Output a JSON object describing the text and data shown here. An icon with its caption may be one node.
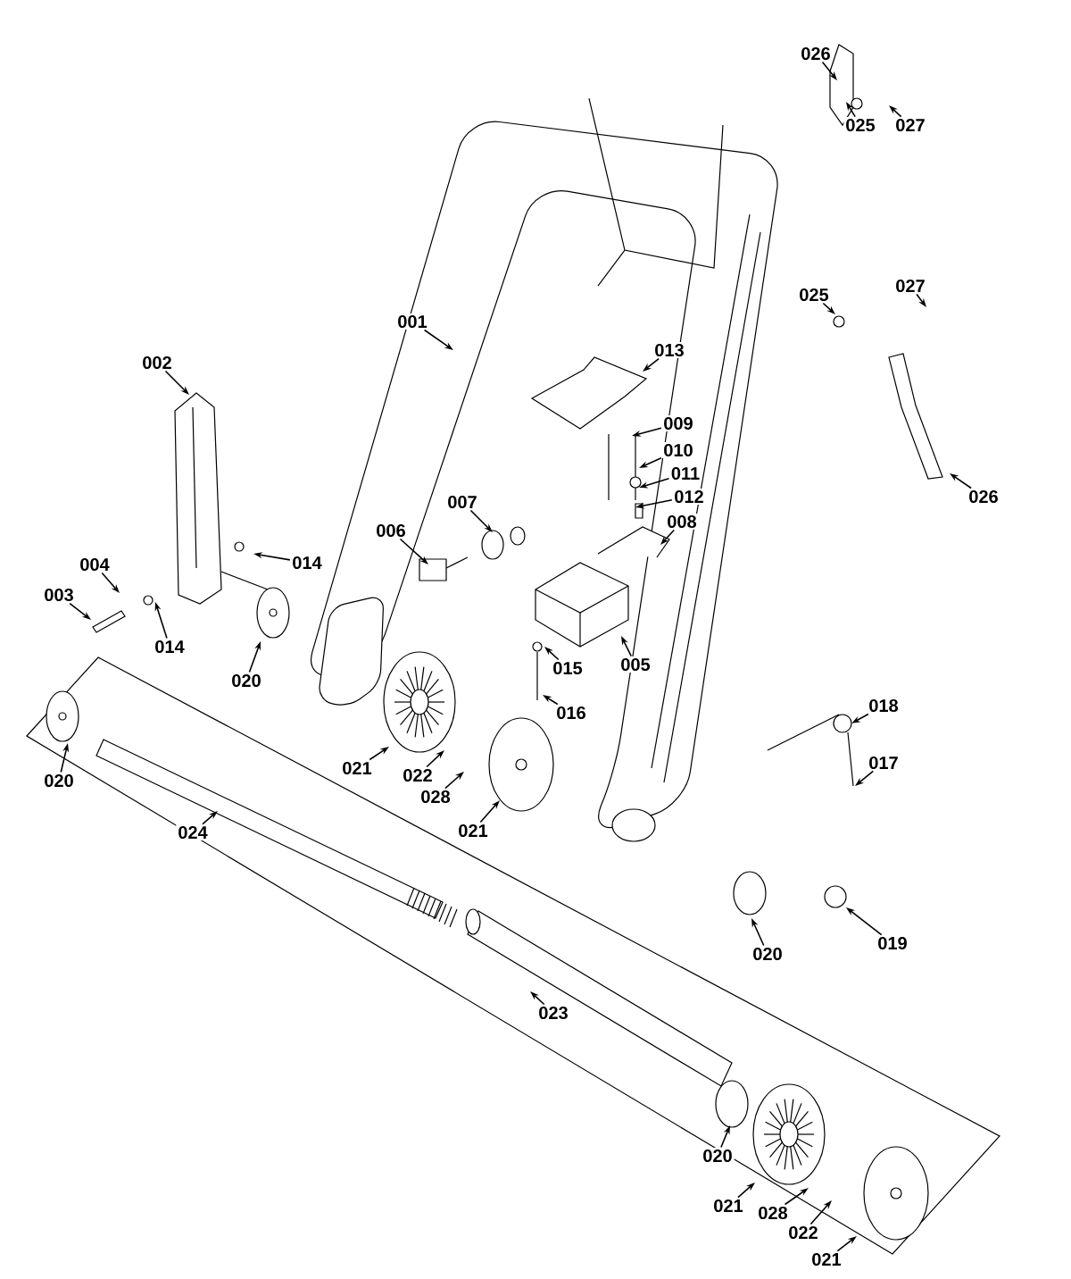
{
  "diagram": {
    "nodes": [
      {
        "text": [
          "026"
        ]
      },
      {
        "text": [
          "025"
        ]
      },
      {
        "text": [
          "027"
        ]
      },
      {
        "text": [
          "027"
        ]
      },
      {
        "text": [
          "025"
        ]
      },
      {
        "text": [
          "001"
        ]
      },
      {
        "text": [
          "013"
        ]
      },
      {
        "text": [
          "002"
        ]
      },
      {
        "text": [
          "009"
        ]
      },
      {
        "text": [
          "010"
        ]
      },
      {
        "text": [
          "011"
        ]
      },
      {
        "text": [
          "012"
        ]
      },
      {
        "text": [
          "026"
        ]
      },
      {
        "text": [
          "007"
        ]
      },
      {
        "text": [
          "008"
        ]
      },
      {
        "text": [
          "006"
        ]
      },
      {
        "text": [
          "004"
        ]
      },
      {
        "text": [
          "014"
        ]
      },
      {
        "text": [
          "003"
        ]
      },
      {
        "text": [
          "014"
        ]
      },
      {
        "text": [
          "005"
        ]
      },
      {
        "text": [
          "015"
        ]
      },
      {
        "text": [
          "020"
        ]
      },
      {
        "text": [
          "016"
        ]
      },
      {
        "text": [
          "018"
        ]
      },
      {
        "text": [
          "017"
        ]
      },
      {
        "text": [
          "021"
        ]
      },
      {
        "text": [
          "020"
        ]
      },
      {
        "text": [
          "022"
        ]
      },
      {
        "text": [
          "028"
        ]
      },
      {
        "text": [
          "021"
        ]
      },
      {
        "text": [
          "024"
        ]
      },
      {
        "text": [
          "020"
        ]
      },
      {
        "text": [
          "019"
        ]
      },
      {
        "text": [
          "023"
        ]
      },
      {
        "text": [
          "020"
        ]
      },
      {
        "text": [
          "021"
        ]
      },
      {
        "text": [
          "028"
        ]
      },
      {
        "text": [
          "022"
        ]
      },
      {
        "text": [
          "021"
        ]
      }
    ],
    "edges": [
      {
        "from": 0,
        "to": null,
        "arrow": "to"
      },
      {
        "from": 1,
        "to": null,
        "arrow": "to"
      },
      {
        "from": 2,
        "to": null,
        "arrow": "to"
      },
      {
        "from": 3,
        "to": null,
        "arrow": "to"
      },
      {
        "from": 4,
        "to": null,
        "arrow": "to"
      },
      {
        "from": 5,
        "to": null,
        "arrow": "to"
      },
      {
        "from": 6,
        "to": null,
        "arrow": "to"
      },
      {
        "from": 7,
        "to": null,
        "arrow": "to"
      },
      {
        "from": 8,
        "to": null,
        "arrow": "to"
      },
      {
        "from": 9,
        "to": null,
        "arrow": "to"
      },
      {
        "from": 10,
        "to": null,
        "arrow": "to"
      },
      {
        "from": 11,
        "to": null,
        "arrow": "to"
      },
      {
        "from": 12,
        "to": null,
        "arrow": "to"
      },
      {
        "from": 13,
        "to": null,
        "arrow": "to"
      },
      {
        "from": 14,
        "to": null,
        "arrow": "to"
      },
      {
        "from": 15,
        "to": null,
        "arrow": "to"
      },
      {
        "from": 16,
        "to": null,
        "arrow": "to"
      },
      {
        "from": 17,
        "to": null,
        "arrow": "to"
      },
      {
        "from": 18,
        "to": null,
        "arrow": "to"
      },
      {
        "from": 19,
        "to": null,
        "arrow": "to"
      },
      {
        "from": 20,
        "to": null,
        "arrow": "to"
      },
      {
        "from": 21,
        "to": null,
        "arrow": "to"
      },
      {
        "from": 22,
        "to": null,
        "arrow": "to"
      },
      {
        "from": 23,
        "to": null,
        "arrow": "to"
      },
      {
        "from": 24,
        "to": null,
        "arrow": "to"
      },
      {
        "from": 25,
        "to": null,
        "arrow": "to"
      },
      {
        "from": 26,
        "to": null,
        "arrow": "to"
      },
      {
        "from": 27,
        "to": null,
        "arrow": "to"
      },
      {
        "from": 28,
        "to": null,
        "arrow": "to"
      },
      {
        "from": 29,
        "to": null,
        "arrow": "to"
      },
      {
        "from": 30,
        "to": null,
        "arrow": "to"
      },
      {
        "from": 31,
        "to": null,
        "arrow": "to"
      },
      {
        "from": 32,
        "to": null,
        "arrow": "to"
      },
      {
        "from": 33,
        "to": null,
        "arrow": "to"
      },
      {
        "from": 34,
        "to": null,
        "arrow": "to"
      },
      {
        "from": 35,
        "to": null,
        "arrow": "to"
      },
      {
        "from": 36,
        "to": null,
        "arrow": "to"
      },
      {
        "from": 37,
        "to": null,
        "arrow": "to"
      },
      {
        "from": 38,
        "to": null,
        "arrow": "to"
      },
      {
        "from": 39,
        "to": null,
        "arrow": "to"
      }
    ]
  }
}
